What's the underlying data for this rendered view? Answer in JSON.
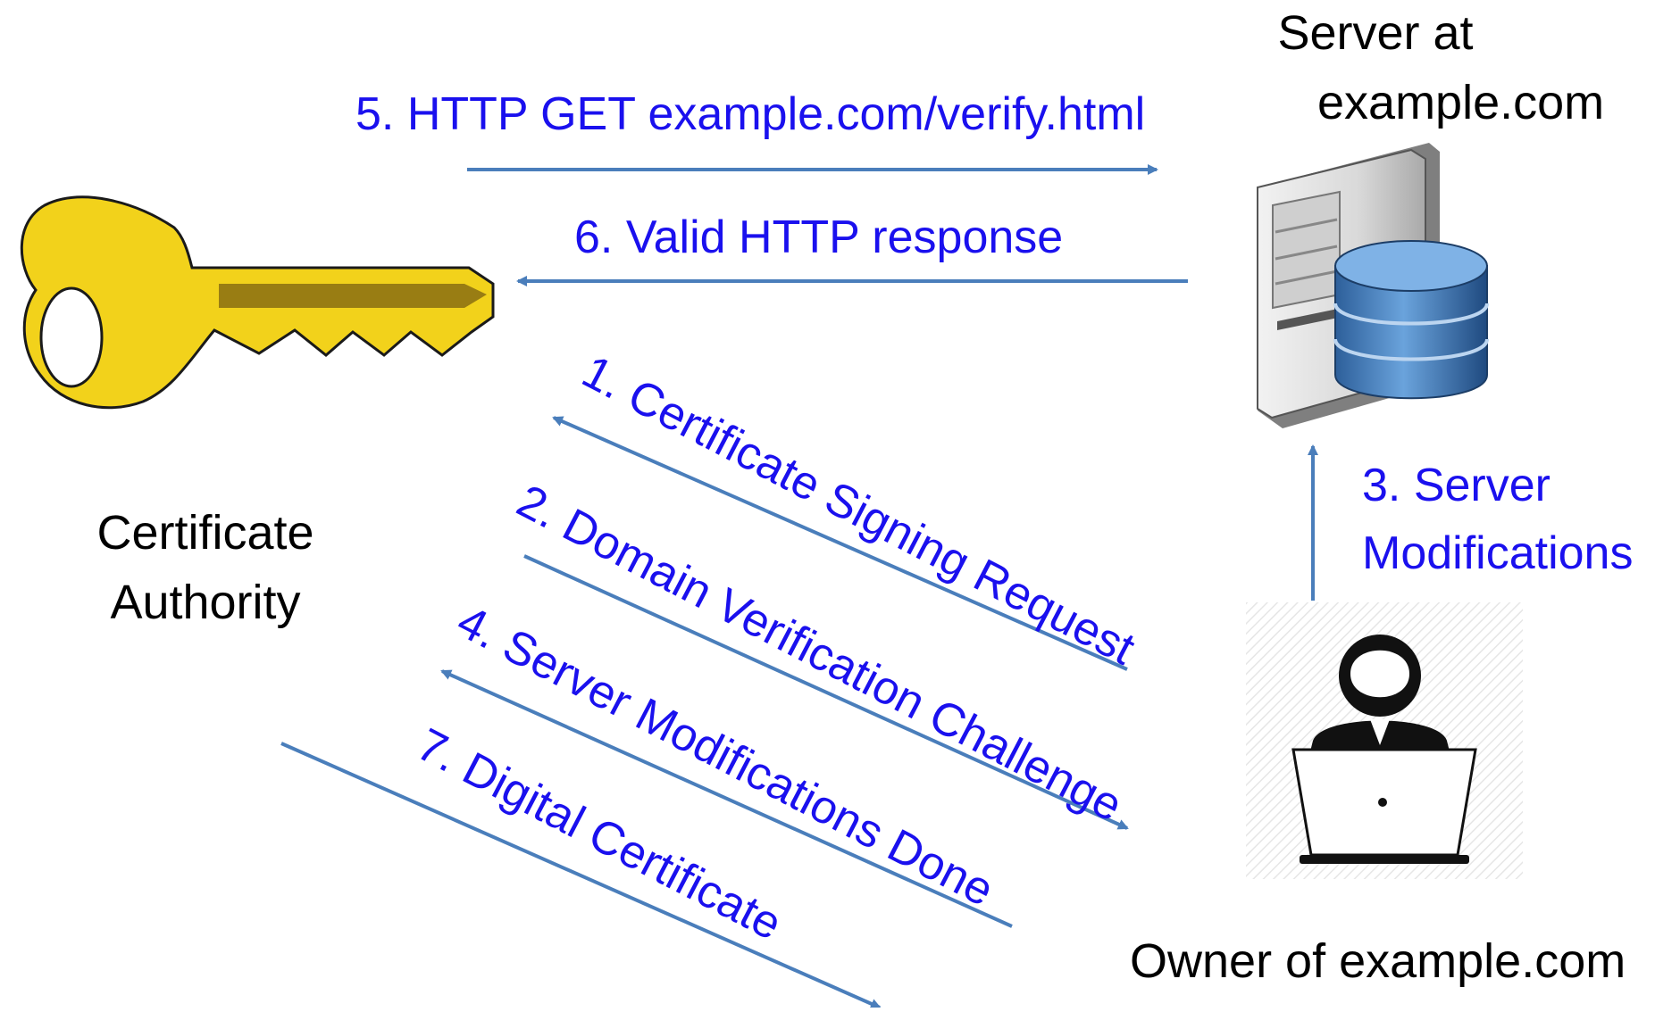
{
  "colors": {
    "arrow": "#4a7ebb",
    "label_blue": "#1a10ee",
    "label_black": "#000000",
    "key_fill": "#f2d21b",
    "key_groove": "#8a6f12"
  },
  "nodes": {
    "server": {
      "line1": "Server at",
      "line2": "example.com",
      "icon": "server-database-icon"
    },
    "ca": {
      "line1": "Certificate",
      "line2": "Authority",
      "icon": "key-icon"
    },
    "owner": {
      "label": "Owner of example.com",
      "icon": "person-laptop-icon"
    }
  },
  "steps": [
    {
      "id": "step1",
      "text": "1. Certificate Signing Request"
    },
    {
      "id": "step2",
      "text": "2. Domain  Verification Challenge"
    },
    {
      "id": "step3",
      "line1": "3. Server",
      "line2": "Modifications"
    },
    {
      "id": "step4",
      "text": "4. Server Modifications Done"
    },
    {
      "id": "step5",
      "text": "5. HTTP GET example.com/verify.html"
    },
    {
      "id": "step6",
      "text": "6. Valid HTTP response"
    },
    {
      "id": "step7",
      "text": "7. Digital Certificate"
    }
  ]
}
